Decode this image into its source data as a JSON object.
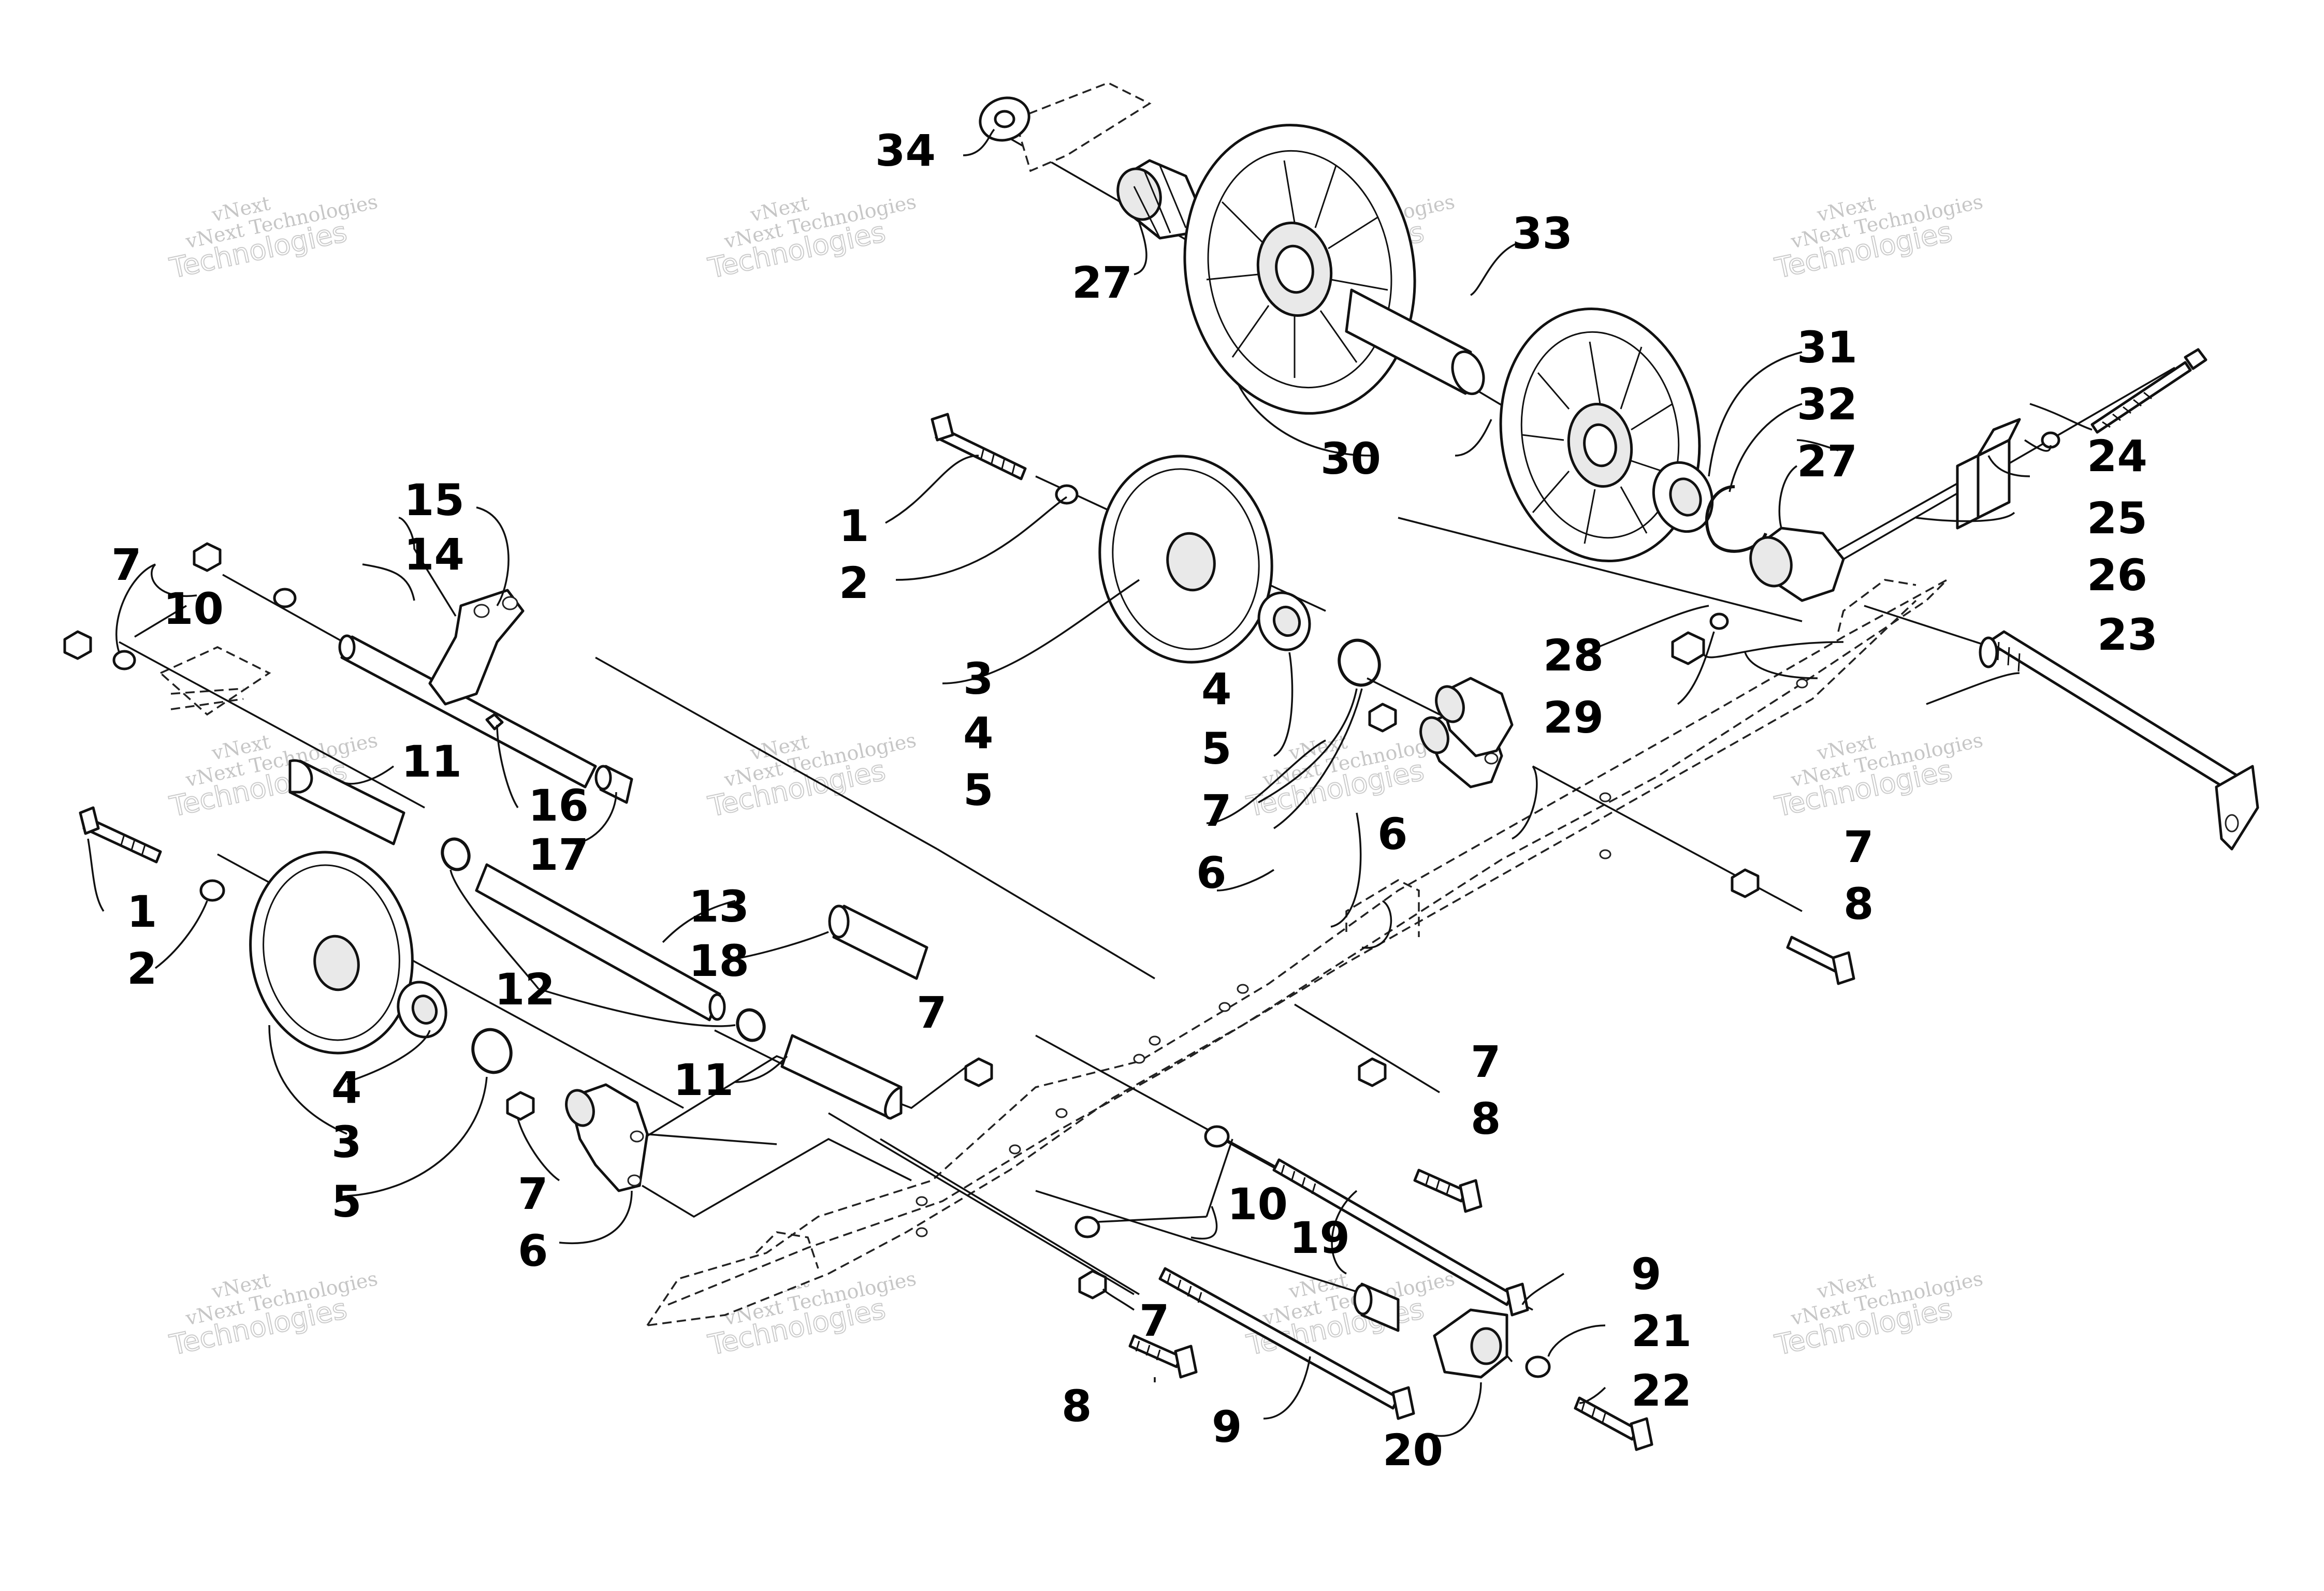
{
  "watermark": {
    "line1": "vNext",
    "line2": "Technologies",
    "full": "vNext Technologies"
  },
  "callouts": {
    "c1a": "1",
    "c1b": "1",
    "c2a": "2",
    "c2b": "2",
    "c3a": "3",
    "c3b": "3",
    "c4a": "4",
    "c4b": "4",
    "c4c": "4",
    "c5a": "5",
    "c5b": "5",
    "c5c": "5",
    "c6a": "6",
    "c6b": "6",
    "c6c": "6",
    "c7a": "7",
    "c7b": "7",
    "c7c": "7",
    "c7d": "7",
    "c7e": "7",
    "c7f": "7",
    "c7g": "7",
    "c8a": "8",
    "c8b": "8",
    "c8c": "8",
    "c9a": "9",
    "c9b": "9",
    "c10a": "10",
    "c10b": "10",
    "c11a": "11",
    "c11b": "11",
    "c12": "12",
    "c13": "13",
    "c14": "14",
    "c15": "15",
    "c16": "16",
    "c17": "17",
    "c18": "18",
    "c19": "19",
    "c20": "20",
    "c21": "21",
    "c22": "22",
    "c23": "23",
    "c24": "24",
    "c25": "25",
    "c26": "26",
    "c27a": "27",
    "c27b": "27",
    "c28": "28",
    "c29": "29",
    "c30": "30",
    "c31": "31",
    "c32": "32",
    "c33": "33",
    "c34": "34"
  }
}
